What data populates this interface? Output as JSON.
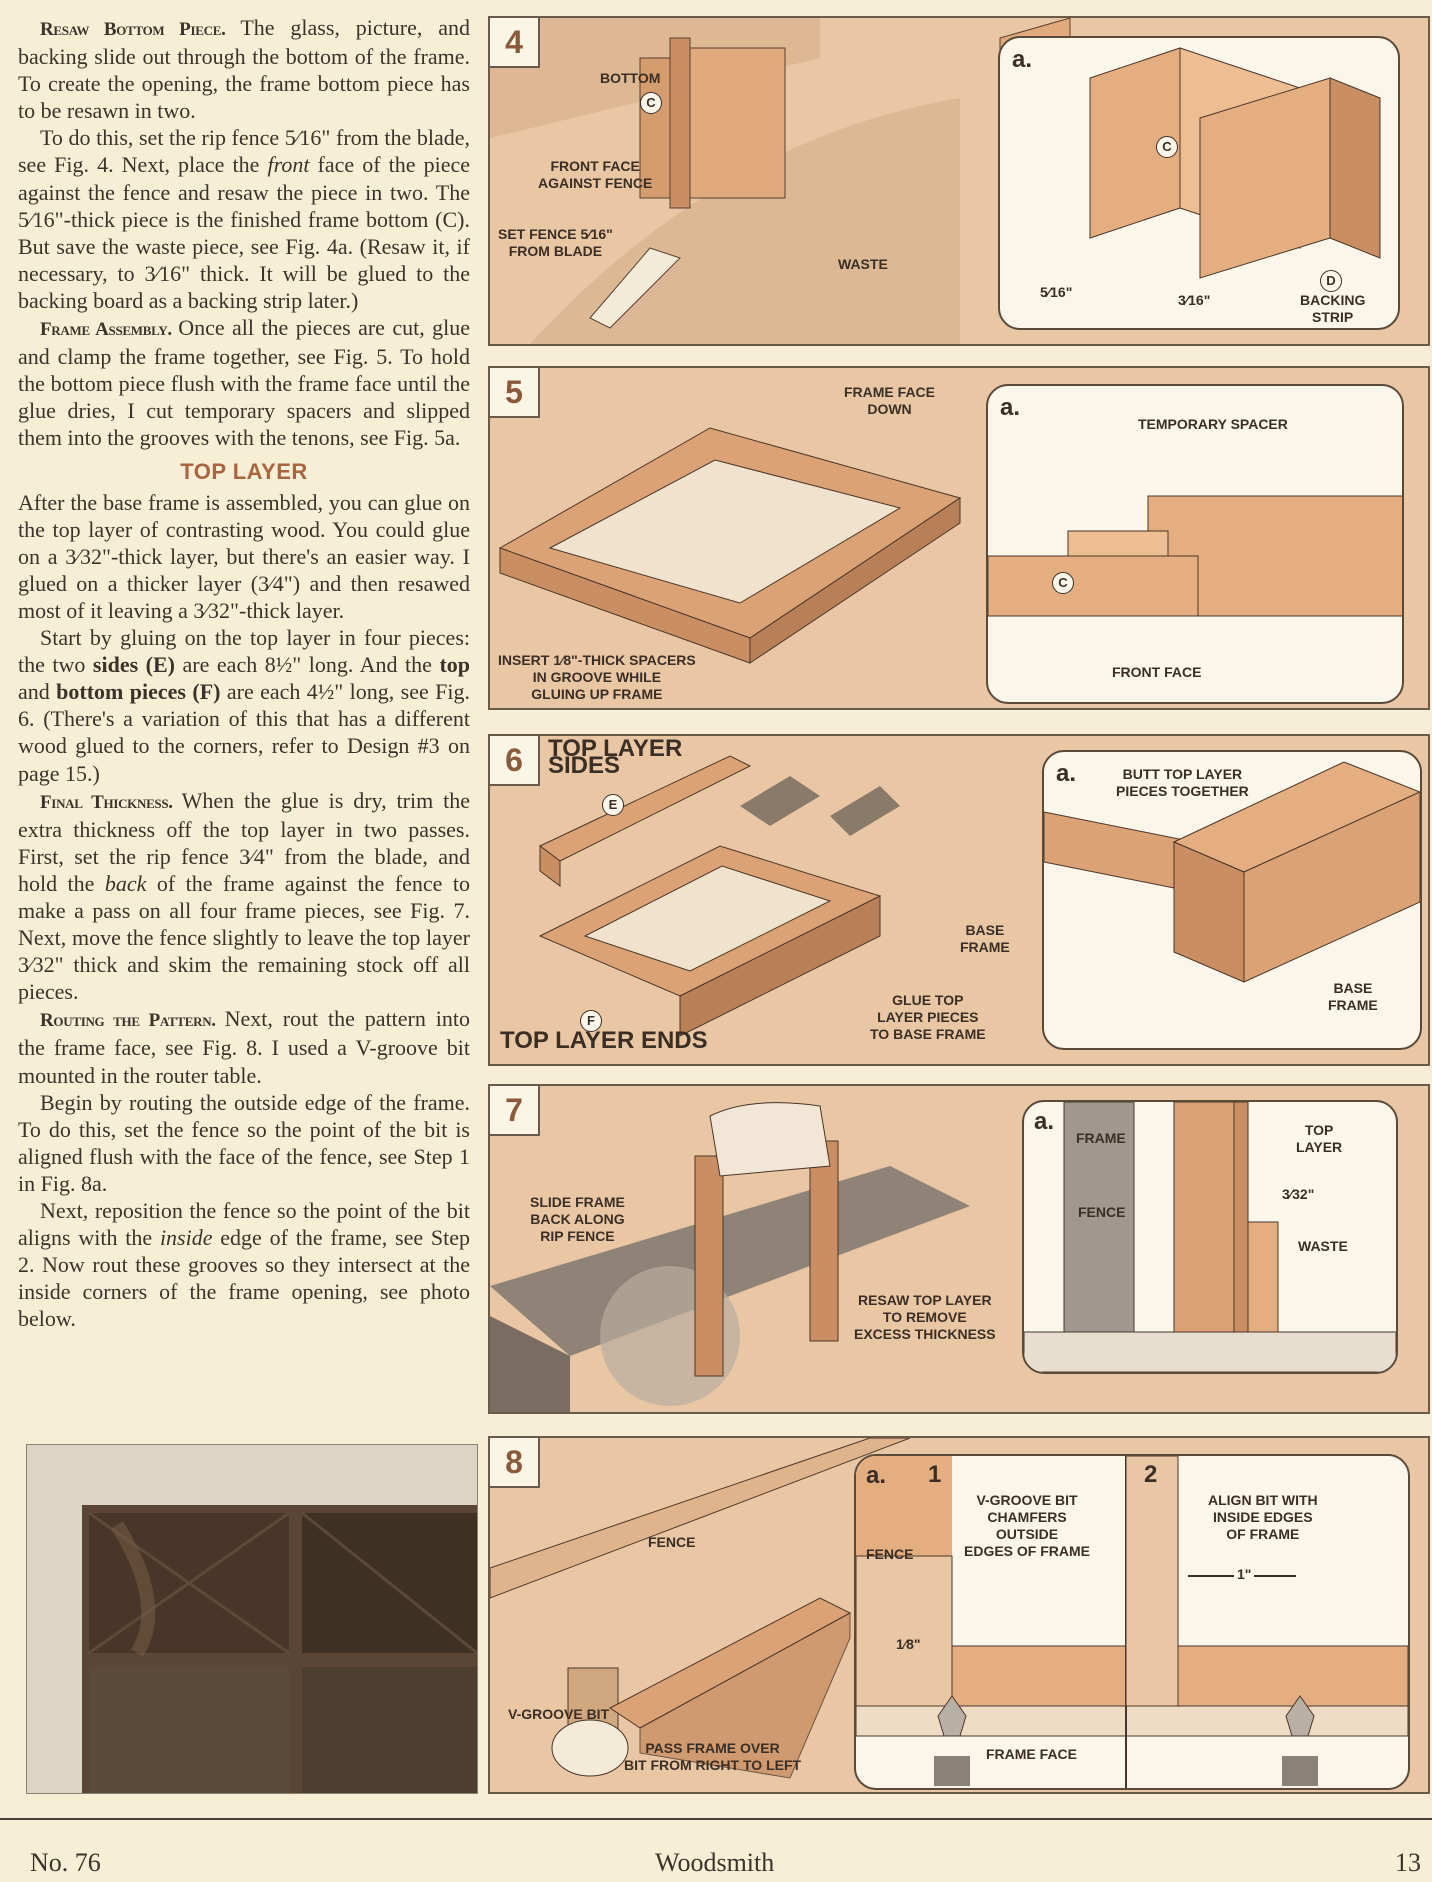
{
  "column": {
    "p1": [
      {
        "t": "lead",
        "v": "Resaw Bottom Piece. "
      },
      {
        "t": "n",
        "v": "The glass, picture, and backing slide out through the bottom of the frame. To create the opening, the frame bottom piece has to be resawn in two."
      }
    ],
    "p2": [
      {
        "t": "n",
        "v": "To do this, set the rip fence 5⁄16\" from the blade, see Fig. 4. Next, place the "
      },
      {
        "t": "i",
        "v": "front"
      },
      {
        "t": "n",
        "v": " face of the piece against the fence and resaw the piece in two. The 5⁄16\"-thick piece is the finished frame bottom (C). But save the waste piece, see Fig. 4a. (Resaw it, if necessary, to 3⁄16\" thick. It will be glued to the backing board as a backing strip later.)"
      }
    ],
    "p3": [
      {
        "t": "lead",
        "v": "Frame Assembly. "
      },
      {
        "t": "n",
        "v": "Once all the pieces are cut, glue and clamp the frame together, see Fig. 5. To hold the bottom piece flush with the frame face until the glue dries, I cut temporary spacers and slipped them into the grooves with the tenons, see Fig. 5a."
      }
    ],
    "heading": "TOP LAYER",
    "p4": [
      {
        "t": "n",
        "v": "After the base frame is assembled, you can glue on the top layer of contrasting wood. You could glue on a 3⁄32\"-thick layer, but there's an easier way. I glued on a thicker layer (3⁄4\") and then resawed most of it leaving a 3⁄32\"-thick layer."
      }
    ],
    "p5": [
      {
        "t": "n",
        "v": "Start by gluing on the top layer in four pieces: the two "
      },
      {
        "t": "b",
        "v": "sides (E)"
      },
      {
        "t": "n",
        "v": " are each 8½\" long. And the "
      },
      {
        "t": "b",
        "v": "top"
      },
      {
        "t": "n",
        "v": " and "
      },
      {
        "t": "b",
        "v": "bottom pieces (F)"
      },
      {
        "t": "n",
        "v": " are each 4½\" long, see Fig. 6. (There's a variation of this that has a different wood glued to the corners, refer to Design #3 on page 15.)"
      }
    ],
    "p6": [
      {
        "t": "lead",
        "v": "Final Thickness. "
      },
      {
        "t": "n",
        "v": "When the glue is dry, trim the extra thickness off the top layer in two passes. First, set the rip fence 3⁄4\" from the blade, and hold the "
      },
      {
        "t": "i",
        "v": "back"
      },
      {
        "t": "n",
        "v": " of the frame against the fence to make a pass on all four frame pieces, see Fig. 7. Next, move the fence slightly to leave the top layer 3⁄32\" thick and skim the remaining stock off all pieces."
      }
    ],
    "p7": [
      {
        "t": "lead",
        "v": "Routing the Pattern. "
      },
      {
        "t": "n",
        "v": "Next, rout the pattern into the frame face, see Fig. 8. I used a V-groove bit mounted in the router table."
      }
    ],
    "p8": [
      {
        "t": "n",
        "v": "Begin by routing the outside edge of the frame. To do this, set the fence so the point of the bit is aligned flush with the face of the fence, see Step 1 in Fig. 8a."
      }
    ],
    "p9": [
      {
        "t": "n",
        "v": "Next, reposition the fence so the point of the bit aligns with the "
      },
      {
        "t": "i",
        "v": "inside"
      },
      {
        "t": "n",
        "v": " edge of the frame, see Step 2. Now rout these grooves so they intersect at the inside corners of the frame opening, see photo below."
      }
    ]
  },
  "fig4": {
    "num": "4",
    "bottom": "BOTTOM",
    "c": "C",
    "front_face": "FRONT FACE\nAGAINST FENCE",
    "set_fence": "SET FENCE 5⁄16\"\nFROM BLADE",
    "waste": "WASTE",
    "inset": {
      "a": "a.",
      "c": "C",
      "d1": "5⁄16\"",
      "d2": "3⁄16\"",
      "d": "D",
      "backing": "BACKING\nSTRIP"
    }
  },
  "fig5": {
    "num": "5",
    "face_down": "FRAME FACE\nDOWN",
    "insert": "INSERT 1⁄8\"-THICK SPACERS\nIN GROOVE WHILE\nGLUING UP FRAME",
    "inset": {
      "a": "a.",
      "spacer": "TEMPORARY SPACER",
      "c": "C",
      "front": "FRONT FACE"
    }
  },
  "fig6": {
    "num": "6",
    "sides": "TOP LAYER\nSIDES",
    "e": "E",
    "f": "F",
    "ends": "TOP LAYER ENDS",
    "base": "BASE\nFRAME",
    "glue": "GLUE TOP\nLAYER PIECES\nTO BASE FRAME",
    "inset": {
      "a": "a.",
      "butt": "BUTT TOP LAYER\nPIECES TOGETHER",
      "base": "BASE\nFRAME"
    }
  },
  "fig7": {
    "num": "7",
    "slide": "SLIDE FRAME\nBACK ALONG\nRIP FENCE",
    "resaw": "RESAW TOP LAYER\nTO REMOVE\nEXCESS THICKNESS",
    "inset": {
      "a": "a.",
      "frame": "FRAME",
      "fence": "FENCE",
      "top": "TOP\nLAYER",
      "dim": "3⁄32\"",
      "waste": "WASTE"
    }
  },
  "fig8": {
    "num": "8",
    "fence": "FENCE",
    "bit": "V-GROOVE BIT",
    "pass": "PASS FRAME OVER\nBIT FROM RIGHT TO LEFT",
    "inset": {
      "a": "a.",
      "step1": "1",
      "fence": "FENCE",
      "chamfers": "V-GROOVE BIT\nCHAMFERS\nOUTSIDE\nEDGES OF FRAME",
      "d1": "1⁄8\"",
      "frame_face": "FRAME FACE",
      "step2": "2",
      "align": "ALIGN BIT WITH\nINSIDE EDGES\nOF FRAME",
      "d2": "1\""
    }
  },
  "footer": {
    "issue": "No. 76",
    "magazine": "Woodsmith",
    "page": "13"
  },
  "colors": {
    "paper": "#f6efd6",
    "wood": "#e9c7a4",
    "heading": "#a8653f"
  }
}
